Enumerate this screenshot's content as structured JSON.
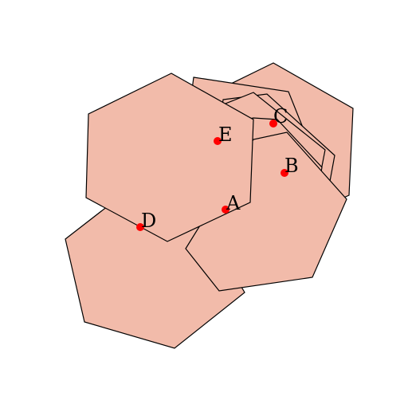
{
  "colors": {
    "fill": "#f2bbaa",
    "stroke": "#000000",
    "point": "#ff0000"
  },
  "points": [
    {
      "id": "A",
      "label": "A"
    },
    {
      "id": "B",
      "label": "B"
    },
    {
      "id": "C",
      "label": "C"
    },
    {
      "id": "D",
      "label": "D"
    },
    {
      "id": "E",
      "label": "E"
    }
  ]
}
